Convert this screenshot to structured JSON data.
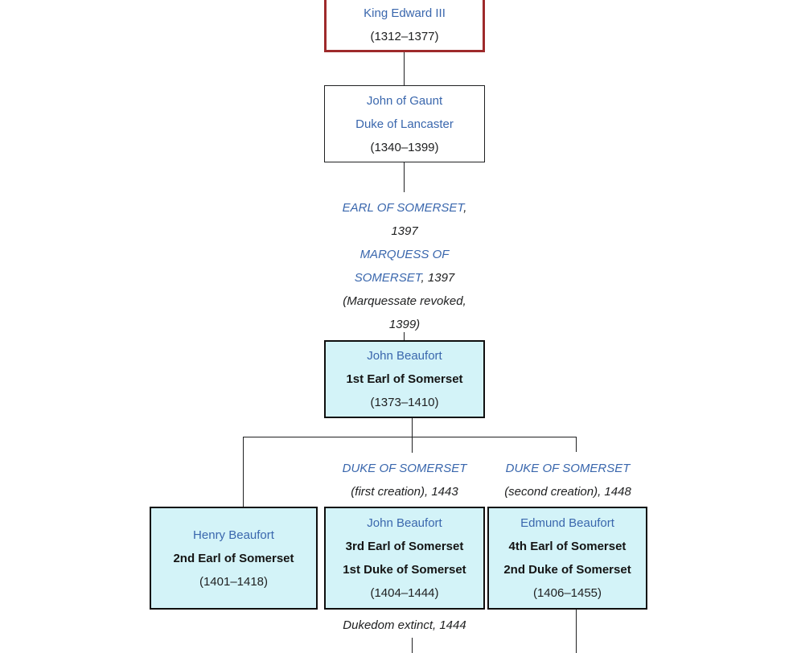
{
  "colors": {
    "link_blue": "#3a67ad",
    "node_fill_cyan": "#d3f3f8",
    "node_fill_white": "#ffffff",
    "highlight_border_red": "#9e2a2b",
    "box_border_dark": "#0f0f0f",
    "text_dark": "#202122",
    "connector_line": "#202122"
  },
  "nodes": {
    "edward": {
      "name": "King Edward III",
      "dates": "(1312–1377)"
    },
    "gaunt": {
      "name": "John of Gaunt",
      "title": "Duke of Lancaster",
      "dates": "(1340–1399)"
    },
    "john1": {
      "name": "John Beaufort",
      "title": "1st Earl of Somerset",
      "dates": "(1373–1410)"
    },
    "henry": {
      "name": "Henry Beaufort",
      "title": "2nd Earl of Somerset",
      "dates": "(1401–1418)"
    },
    "john3": {
      "name": "John Beaufort",
      "title1": "3rd Earl of Somerset",
      "title2": "1st Duke of Somerset",
      "dates": "(1404–1444)"
    },
    "edmund": {
      "name": "Edmund Beaufort",
      "title1": "4th Earl of Somerset",
      "title2": "2nd Duke of Somerset",
      "dates": "(1406–1455)"
    }
  },
  "annotations": {
    "creation1397": {
      "earl_link": "EARL OF SOMERSET",
      "earl_suffix": ",",
      "earl_year": "1397",
      "marquess_link_line1": "MARQUESS OF",
      "marquess_link_line2": "SOMERSET",
      "marquess_suffix": ", 1397",
      "revoked_line1": "(Marquessate revoked,",
      "revoked_line2": "1399)"
    },
    "duke_first": {
      "link": "DUKE OF SOMERSET",
      "detail": "(first creation), 1443"
    },
    "duke_second": {
      "link": "DUKE OF SOMERSET",
      "detail": "(second creation), 1448"
    },
    "extinct": "Dukedom extinct, 1444"
  }
}
